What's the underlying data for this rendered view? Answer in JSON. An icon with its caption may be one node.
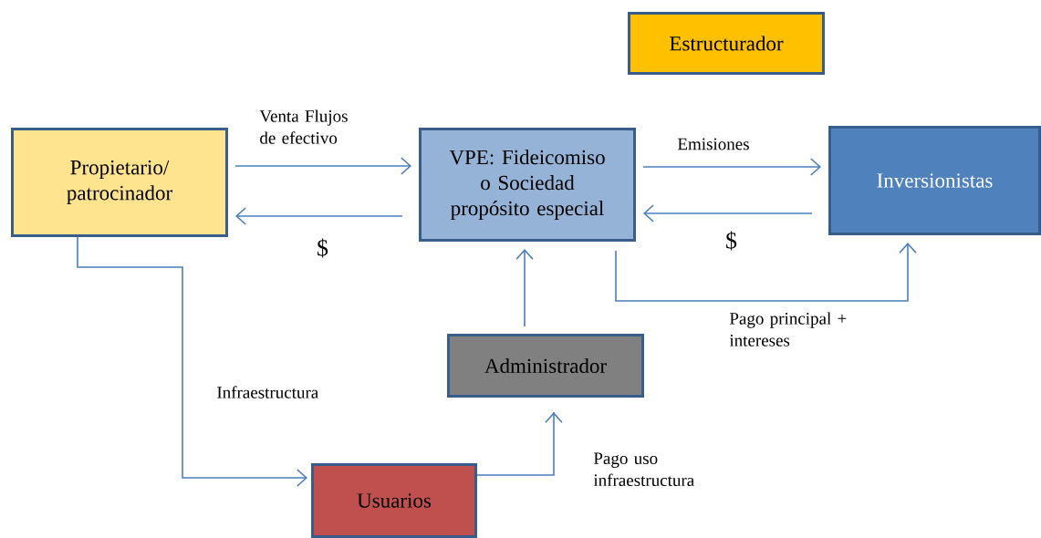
{
  "diagram": {
    "nodes": [
      {
        "text": [
          "Estructurador"
        ]
      },
      {
        "text": [
          "Propietario/ patrocinador"
        ]
      },
      {
        "text": [
          "VPE: Fideicomiso o Sociedad propósito especial"
        ]
      },
      {
        "text": [
          "Inversionistas"
        ]
      },
      {
        "text": [
          "Administrador"
        ]
      },
      {
        "text": [
          "Usuarios"
        ]
      }
    ],
    "edges": [
      {
        "from": 1,
        "to": 2,
        "arrow": "to",
        "label": "Venta Flujos de efectivo"
      },
      {
        "from": 2,
        "to": 1,
        "arrow": "to",
        "label": "$"
      },
      {
        "from": 2,
        "to": 3,
        "arrow": "to",
        "label": "Emisiones"
      },
      {
        "from": 3,
        "to": 2,
        "arrow": "to",
        "label": "$"
      },
      {
        "from": 2,
        "to": 3,
        "arrow": "to",
        "label": "Pago principal + intereses"
      },
      {
        "from": 4,
        "to": 2,
        "arrow": "to"
      },
      {
        "from": 1,
        "to": 5,
        "arrow": "to",
        "label": "Infraestructura"
      },
      {
        "from": 5,
        "to": 4,
        "arrow": "to",
        "label": "Pago uso infraestructura"
      }
    ]
  }
}
